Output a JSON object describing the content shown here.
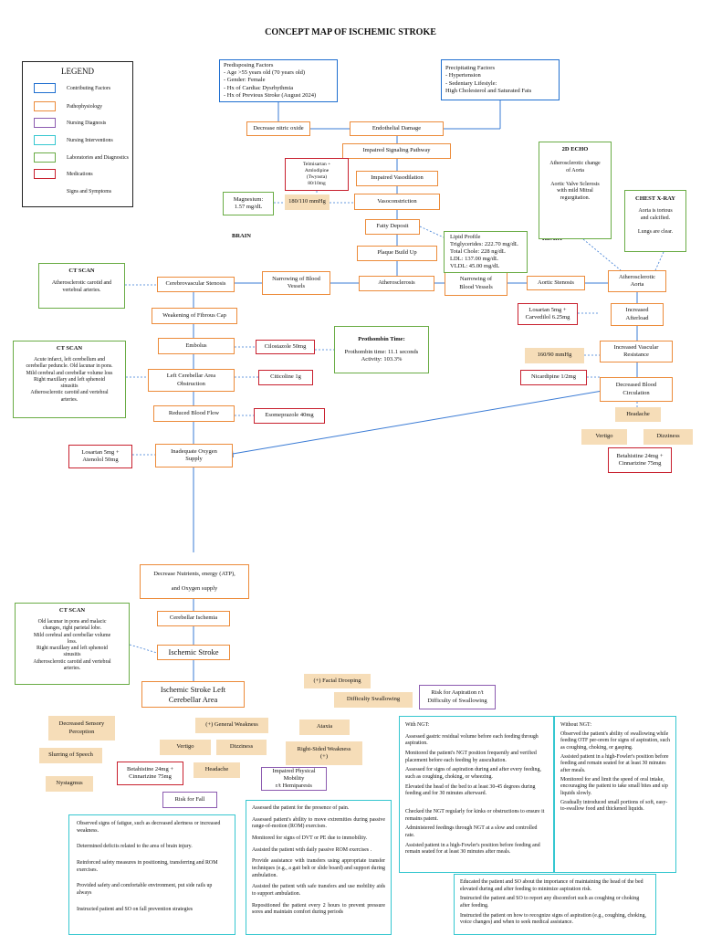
{
  "title": "CONCEPT MAP OF ISCHEMIC STROKE",
  "legend": {
    "heading": "LEGEND",
    "items": [
      {
        "label": "Contributing Factors",
        "color": "#1f6fd0"
      },
      {
        "label": "Pathophysiology",
        "color": "#ec8b3a"
      },
      {
        "label": "Nursing Diagnosis",
        "color": "#8c5bb0"
      },
      {
        "label": "Nursing Interventions",
        "color": "#36c7d0"
      },
      {
        "label": "Laboratories and Diagnostics",
        "color": "#6aac45"
      },
      {
        "label": "Medications",
        "color": "#c8202e"
      },
      {
        "label": "Signs and Symptoms",
        "color": "#f6ddb8"
      }
    ]
  },
  "regions": {
    "brain": "BRAIN",
    "heart": "HEART"
  },
  "predisposing": "Predisposing Factors\n- Age >55 years old (70 years old)\n- Gender: Female\n- Hx of Cardiac Dysrhythmia\n- Hx of Previous Stroke (August 2024)",
  "precipitating": "Precipitating Factors\n- Hypertension\n- Sedentary Lifestyle:\nHigh Cholesterol and Saturated Fats",
  "patho": {
    "nitric": "Decrease nitric oxide",
    "endothelial": "Endothelial Damage",
    "signaling": "Impaired Signaling Pathway",
    "vasodilation": "Impaired Vasodilation",
    "vasoconstriction": "Vasoconstriction",
    "fatty": "Fatty Deposit",
    "plaque": "Plaque Build Up",
    "athero": "Atherosclerosis",
    "narrow_brain": "Narrowing of Blood\nVessels",
    "narrow_heart": "Narrowing of\nBlood Vessels",
    "aortic_stenosis": "Aortic Stenosis",
    "athero_aorta": "Atherosclerotic\nAorta",
    "cerebro": "Cerebrovascular Stenosis",
    "weakening": "Weakening of Fibrous Cap",
    "embolus": "Embolus",
    "obstruction": "Left Cerebellar Area\nObstruction",
    "reduced": "Reduced Blood Flow",
    "inadequate": "Inadequate Oxygen\nSupply",
    "afterload": "Increased\nAfterload",
    "resistance": "Increased Vascular\nResistance",
    "circulation": "Decreased Blood\nCirculation",
    "nutrients": "Decrease Nutrients, energy (ATP),\n\nand Oxygen supply",
    "ischemia": "Cerebellar Ischemia",
    "stroke": "Ischemic Stroke",
    "stroke_left": "Ischemic Stroke Left\nCerebellar Area"
  },
  "meds": {
    "telmisartan": "Telmisartan +\nAmlodipine\n(Twynsta)\n80/10mg",
    "cilostazole": "Cilostazole 50mg",
    "citicoline": "Citicoline 1g",
    "esomeprazole": "Esomeprazole 40mg",
    "losartan_left": "Losartan 5mg +\nAtenolol 50mg",
    "losartan_right": "Losartan 5mg +\nCarvedilol 6.25mg",
    "nicardipine": "Nicardipine 1/2mg",
    "betahistine_right": "Betahistine 24mg +\nCinnarizine 75mg",
    "betahistine_left": "Betahistine 24mg +\nCinnarizine 75mg"
  },
  "labs": {
    "magnesium": "Magnesium:\n1.57 mg/dL",
    "lipid": "Lipid Profile\nTriglycerides: 222.70 mg/dL\nTotal Chole: 228 ng/dL\nLDL: 137.00 mg/dL\nVLDL: 45.00 mg/dL",
    "echo_title": "2D ECHO",
    "echo_body": "Atherosclerotic change\nof Aorta\n\nAortic Valve Sclerosis\nwith mild Mitral\nregurgitation.",
    "xray_title": "CHEST X-RAY",
    "xray_body": "Aorta is tortous\nand calcified.\n\nLungs are clear.",
    "ct1_title": "CT SCAN",
    "ct1_body": "Atherosclerotic carotid and\nvertebral arteries.",
    "ct2_title": "CT SCAN",
    "ct2_body": "Acute infarct, left cerebellum and\ncerebellar peduncle. Old lacunar in pons.\nMild cerebral and cerebellar volume loss\nRight maxillary and left sphenoid\nsinusitis\nAtherosclerotic carotid and vertebral\narteries.",
    "pt_title": "Prothombin Time:",
    "pt_body": "Prothombin time: 11.1 seconds\nActivity: 103.3%",
    "ct3_title": "CT SCAN",
    "ct3_body": "Old lacunar in pons and malacic\nchanges, right parietal lobe.\nMild cerebral and cerebellar volume\nloss.\nRight maxillary and left sphenoid\nsinusitis\nAtherosclerotic carotid and vertebral\narteries."
  },
  "signs": {
    "bp_left": "180/110 mmHg",
    "bp_right": "160/90 mmHg",
    "headache_right": "Headache",
    "vertigo_right": "Vertigo",
    "dizziness_right": "Dizziness",
    "facial": "(+) Facial Drooping",
    "swallowing": "Difficulty Swallowing",
    "sensory": "Decreased Sensory\nPerception",
    "weakness": "(+) General Weakness",
    "ataxia": "Ataxia",
    "slurring": "Slurring of Speech",
    "vertigo_left": "Vertigo",
    "dizziness_left": "Dizziness",
    "rightweak": "Right-Sided Weakness\n(+)",
    "headache_left": "Headache",
    "nystagmus": "Nystagmus"
  },
  "diagnosis": {
    "aspiration": "Risk for Aspiration r/t\nDifficulty of Swallowing",
    "mobility": "Impaired Physical Mobility\nr/t Hemiparesis",
    "fall": "Risk for Fall"
  },
  "interventions": {
    "ngt": [
      "With NGT:",
      "Assessed gastric residual volume before each feeding through aspiration.",
      "Monitored the patient's NGT position frequently and verified placement before each feeding by auscultation.",
      "Assessed for signs of aspiration during and after every feeding, such as coughing, choking, or wheezing.",
      "Elevated the head of the bed to at least 30-45 degrees during feeding and for 30 minutes afterward.",
      "Checked the NGT regularly for kinks or obstructions to ensure it remains patent.",
      "Administered feedings through NGT at a slow and controlled rate.",
      "Assisted patient in a high-Fowler's position before feeding and remain seated for at least 30 minutes after meals."
    ],
    "no_ngt": [
      "Without NGT:",
      "Observed the patient's ability of swallowing while feeding OTF per-orem for signs of aspiration, such as coughing, choking, or gasping.",
      "Assisted patient in a high-Fowler's position before feeding and remain seated for at least 30 minutes after meals.",
      "Monitored for and limit the speed of oral intake, encouraging the patient to take small bites and sip liquids slowly.",
      "Gradually introduced small portions of soft, easy-to-swallow food and thickened liquids."
    ],
    "fall": [
      "Observed signs of fatigue, such as decreased alertness or increased weakness.",
      "Determined deficits related to the area of brain injury.",
      "Reinforced safety measures in positioning, transferring and ROM exercises.",
      "Provided safety and comfortable environment, put side rails up always",
      "Instructed patient and SO on fall prevention strategies"
    ],
    "mobility": [
      "Assessed the patient for the presence of pain.",
      "Assessed patient's ability to move extremities during passive range-of-motion (ROM) exercises.",
      "Monitored for signs of DVT or PE due to immobility.",
      "Assisted the patient with daily passive ROM exercises .",
      "Provide assistance with transfers using appropriate transfer techniques (e.g., a gait belt or slide board) and support during ambulation.",
      "Assisted the patient with safe transfers and use mobility aids to support ambulation.",
      "Repositioned the patient every 2 hours to prevent pressure sores and maintain comfort during periods"
    ],
    "education": [
      "Educated the patient and SO about the importance of maintaining the head of the bed elevated during and after feeding to minimize aspiration risk.",
      "Instructed the patient and SO to report any discomfort such as coughing or choking after feeding.",
      "Instructed the patient on how to recognize signs of aspiration (e.g., coughing, choking, voice changes) and when to seek medical assistance."
    ]
  }
}
